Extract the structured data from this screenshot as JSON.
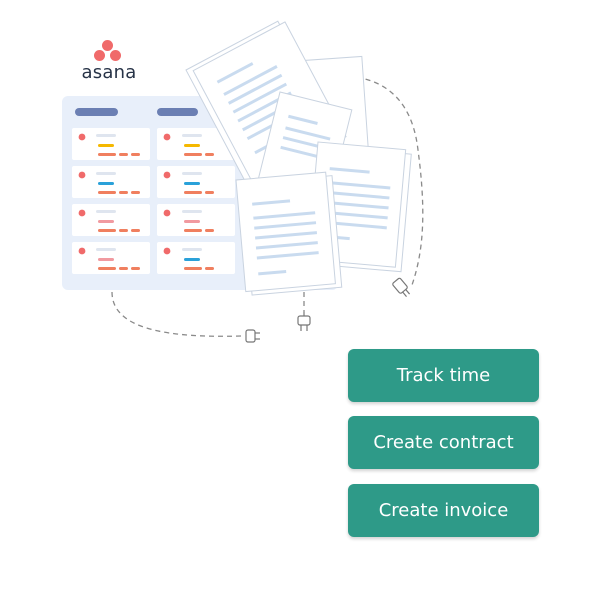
{
  "brand": {
    "name": "asana",
    "logo_color": "#f06a6a"
  },
  "actions": [
    {
      "label": "Track time",
      "icon": "none"
    },
    {
      "label": "Create contract",
      "icon": "none"
    },
    {
      "label": "Create invoice",
      "icon": "none"
    }
  ],
  "colors": {
    "button_bg": "#2e9a88",
    "board_bg": "#e8effa",
    "board_header_bar": "#6b7fb3",
    "task_dot": "#f06a6a",
    "tag_yellow": "#f5b800",
    "tag_blue": "#2aa1d9",
    "tag_salmon": "#f07f5f",
    "tag_pink": "#f19aa0",
    "document_line": "#c9dbef"
  }
}
